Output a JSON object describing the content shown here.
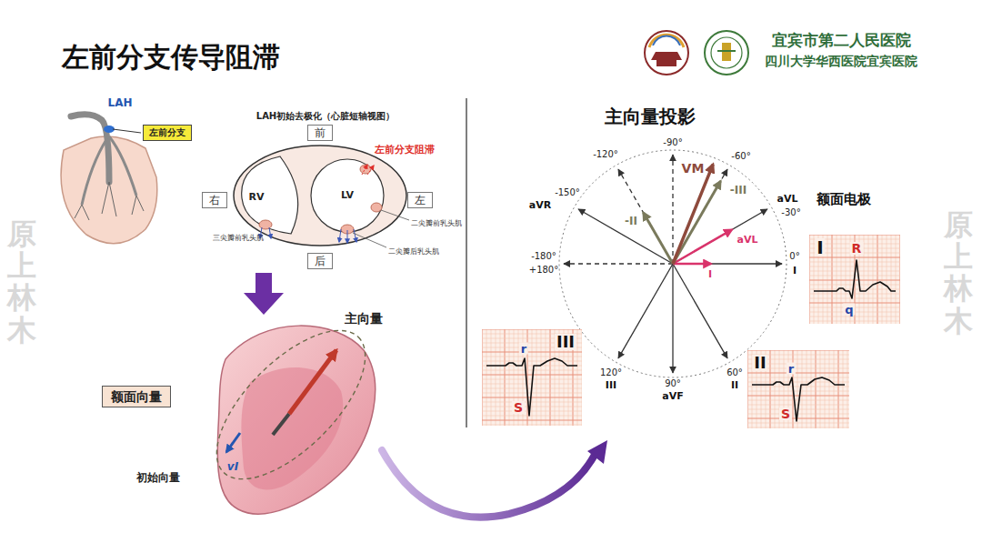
{
  "diagram": {
    "title": "左前分支传导阻滞",
    "nodes": [
      {
        "text": [
          "左前分支"
        ]
      },
      {
        "text": [
          "前"
        ]
      },
      {
        "text": [
          "右"
        ]
      },
      {
        "text": [
          "左"
        ]
      },
      {
        "text": [
          "后"
        ]
      },
      {
        "text": [
          "额面向量"
        ]
      },
      {
        "text": [
          "I",
          "R",
          "q"
        ]
      },
      {
        "text": [
          "III",
          "r",
          "S"
        ]
      },
      {
        "text": [
          "II",
          "r",
          "S"
        ]
      }
    ],
    "labels": [
      "宜宾市第二人民医院",
      "四川大学华西医院宜宾医院",
      "LAH",
      "LAH初始去极化（心脏短轴视图）",
      "左前分支阻滞",
      "RV",
      "LV",
      "二尖瓣前乳头肌",
      "三尖瓣前乳头肌",
      "二尖瓣后乳头肌",
      "主向量",
      "vI",
      "初始向量",
      "主向量投影",
      "额面电极",
      "-90°",
      "-120°",
      "-60°",
      "aVR",
      "-150°",
      "aVL",
      "-30°",
      "-180°",
      "+180°",
      "0°",
      "I",
      "120°",
      "III",
      "90°",
      "aVF",
      "60°",
      "II",
      "VM",
      "-III",
      "-II",
      "aVL",
      "I",
      "原上林木",
      "原上林木"
    ]
  }
}
